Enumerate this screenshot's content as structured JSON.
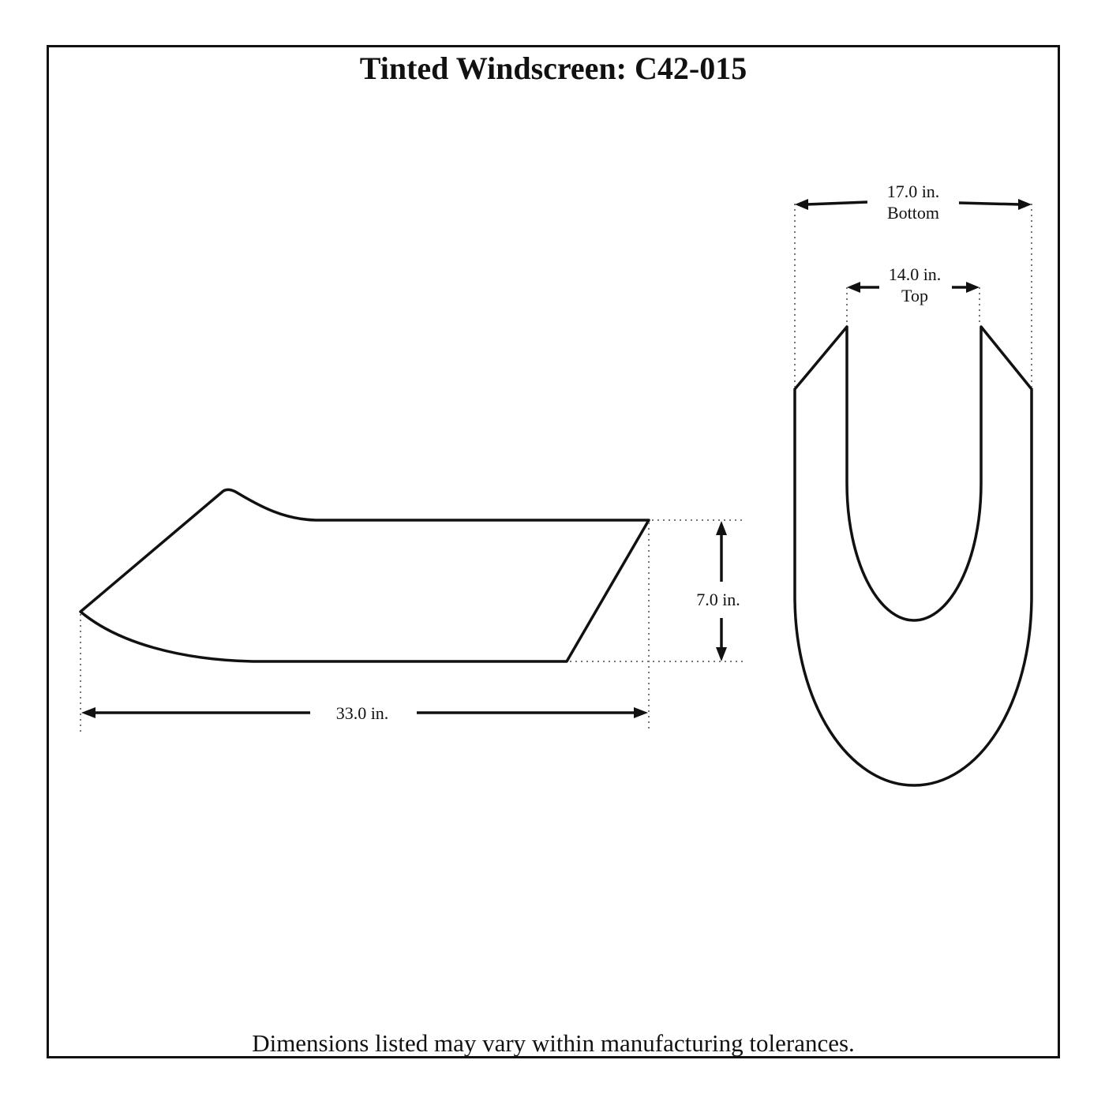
{
  "title": "Tinted Windscreen: C42-015",
  "side_view": {
    "length_label": "33.0 in.",
    "height_label": "7.0 in."
  },
  "top_view": {
    "bottom_width_label": "17.0 in.",
    "bottom_caption": "Bottom",
    "top_width_label": "14.0 in.",
    "top_caption": "Top"
  },
  "footer": "Dimensions listed may vary within manufacturing tolerances.",
  "colors": {
    "line": "#111111",
    "dotted_guide": "#777777",
    "background": "#ffffff"
  }
}
